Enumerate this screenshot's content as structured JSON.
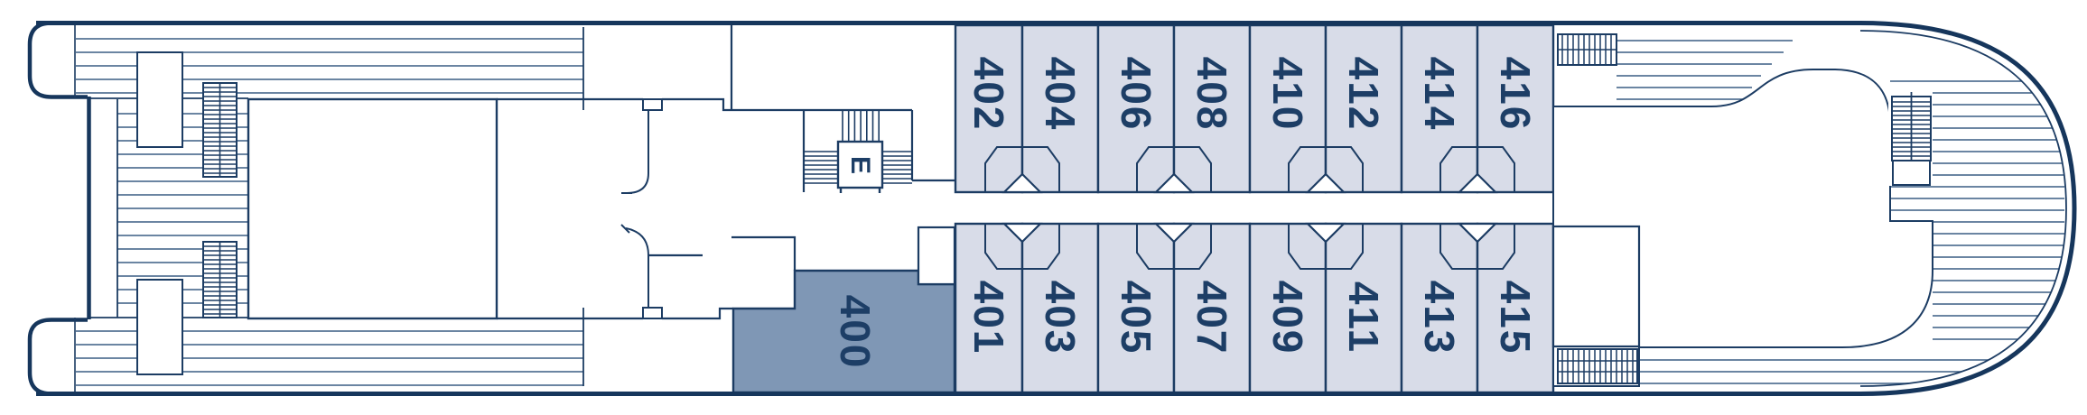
{
  "deck_plan": {
    "elevator_label": "E",
    "highlighted_cabin": {
      "number": "400"
    },
    "top_row_cabins": [
      "402",
      "404",
      "406",
      "408",
      "410",
      "412",
      "414",
      "416"
    ],
    "bottom_row_cabins": [
      "401",
      "403",
      "405",
      "407",
      "409",
      "411",
      "413",
      "415"
    ],
    "colors": {
      "cabin_fill": "#d8dce8",
      "highlighted_cabin_fill": "#7f97b5",
      "line": "#1c3c63",
      "hull_line": "#16365c",
      "plank_line": "#3a5d84",
      "number_text": "#1d3e66"
    }
  }
}
